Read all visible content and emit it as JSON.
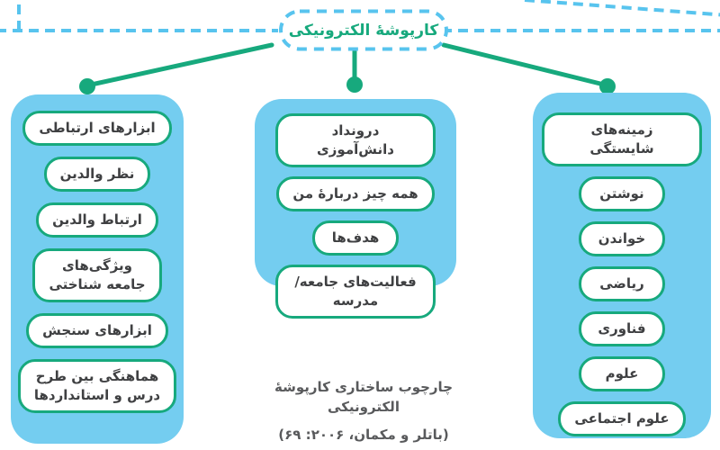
{
  "title": "کارپوشۀ الکترونیکی",
  "colors": {
    "green": "#17a97d",
    "blue": "#74cdf0",
    "dash": "#58c4ee",
    "pillText": "#3f4042",
    "captionText": "#595a5c"
  },
  "columns": {
    "left": {
      "items": [
        "ابزارهای ارتباطی",
        "نظر والدین",
        "ارتباط والدین",
        "ویژگی‌های\nجامعه شناختی",
        "ابزارهای سنجش",
        "هماهنگی بین طرح\nدرس و استانداردها"
      ]
    },
    "middle": {
      "items": [
        "درونداد دانش‌آموزی",
        "همه چیز دربارۀ من",
        "هدف‌ها",
        "فعالیت‌های جامعه/مدرسه"
      ]
    },
    "right": {
      "items": [
        "زمینه‌های شایستگی",
        "نوشتن",
        "خواندن",
        "ریاضی",
        "فناوری",
        "علوم",
        "علوم اجتماعی"
      ]
    }
  },
  "caption": {
    "line1": "چارچوب ساختاری کارپوشۀ الکترونیکی",
    "line2": "(باتلر و مکمان، ۲۰۰۶: ۶۹)"
  }
}
